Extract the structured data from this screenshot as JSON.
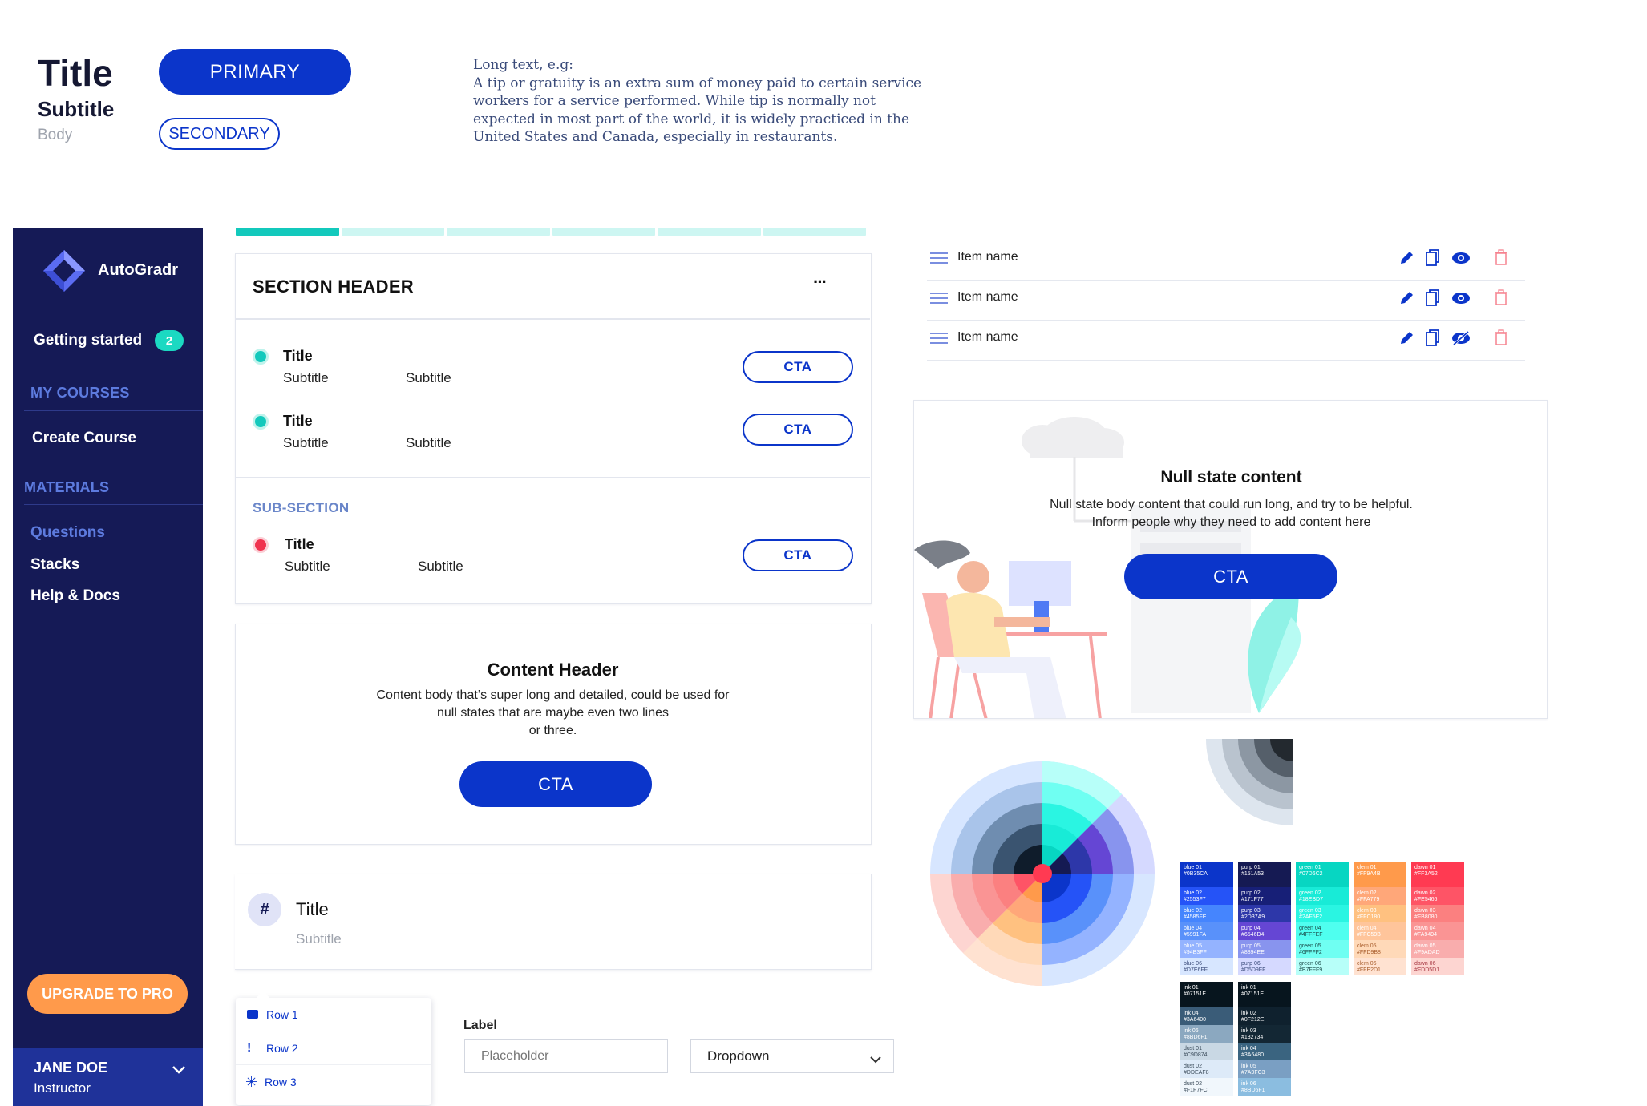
{
  "typography": {
    "title": "Title",
    "subtitle": "Subtitle",
    "body": "Body"
  },
  "buttons": {
    "primary": "PRIMARY",
    "secondary": "SECONDARY"
  },
  "long_text": {
    "label": "Long text, e.g:",
    "lines": [
      "A tip or gratuity is an extra sum of money paid to certain service",
      "workers for a service performed. While tip is normally not",
      "expected in most part of the world, it is widely practiced in the",
      "United States and Canada, especially in restaurants."
    ]
  },
  "sidebar": {
    "logo": "AutoGradr",
    "getting_started": "Getting started",
    "getting_started_badge": "2",
    "my_courses": "MY COURSES",
    "create_course": "Create Course",
    "materials": "MATERIALS",
    "questions": "Questions",
    "stacks": "Stacks",
    "help": "Help & Docs",
    "upgrade": "UPGRADE TO PRO",
    "user_name": "JANE DOE",
    "user_role": "Instructor"
  },
  "progress": {
    "completed_segments": 1,
    "total_segments": 6
  },
  "section_card": {
    "header": "SECTION HEADER",
    "more": "···",
    "rows": [
      {
        "title": "Title",
        "sub1": "Subtitle",
        "sub2": "Subtitle",
        "cta": "CTA"
      },
      {
        "title": "Title",
        "sub1": "Subtitle",
        "sub2": "Subtitle",
        "cta": "CTA"
      }
    ],
    "sub_section": "SUB-SECTION",
    "sub_row": {
      "title": "Title",
      "sub1": "Subtitle",
      "sub2": "Subtitle",
      "cta": "CTA"
    }
  },
  "content_card": {
    "header": "Content Header",
    "body_lines": [
      "Content body that’s super long and detailed, could be used for",
      "null states that are maybe even two lines",
      "or three."
    ],
    "cta": "CTA"
  },
  "title_card": {
    "icon": "#",
    "title": "Title",
    "subtitle": "Subtitle"
  },
  "menu": {
    "rows": [
      "Row 1",
      "Row 2",
      "Row 3"
    ]
  },
  "form": {
    "label": "Label",
    "placeholder": "Placeholder",
    "dropdown": "Dropdown"
  },
  "list": {
    "items": [
      "Item name",
      "Item name",
      "Item name"
    ]
  },
  "null_state": {
    "title": "Null state content",
    "body_lines": [
      "Null state body content that could run long, and try to be helpful.",
      "Inform people why they need to add content here"
    ],
    "cta": "CTA"
  },
  "colors": {
    "blue": "#0B35CA",
    "navy": "#151A56",
    "teal": "#13C9BC",
    "orange": "#FF9A4B",
    "red": "#F0334F"
  },
  "palette": {
    "blue": [
      [
        "blue 01",
        "#0B35CA"
      ],
      [
        "blue 02",
        "#2553F7"
      ],
      [
        "blue 02",
        "#4585FE"
      ],
      [
        "blue 04",
        "#5991FA"
      ],
      [
        "blue 05",
        "#94B3FF"
      ],
      [
        "blue 06",
        "#D7E6FF"
      ]
    ],
    "purp": [
      [
        "purp 01",
        "#151A53"
      ],
      [
        "purp 02",
        "#171F77"
      ],
      [
        "purp 03",
        "#2D37A9"
      ],
      [
        "purp 04",
        "#6546D4"
      ],
      [
        "purp 05",
        "#8894EE"
      ],
      [
        "purp 06",
        "#D5D9FF"
      ]
    ],
    "green": [
      [
        "green 01",
        "#07D6C2"
      ],
      [
        "green 02",
        "#18EBD7"
      ],
      [
        "green 03",
        "#2AF5E2"
      ],
      [
        "green 04",
        "#4FFFEF"
      ],
      [
        "green 05",
        "#6FFFF2"
      ],
      [
        "green 06",
        "#B7FFF9"
      ]
    ],
    "clem": [
      [
        "clem 01",
        "#FF9A4B"
      ],
      [
        "clem 02",
        "#FFA779"
      ],
      [
        "clem 03",
        "#FFC180"
      ],
      [
        "clem 04",
        "#FFC59B"
      ],
      [
        "clem 05",
        "#FFD9B8"
      ],
      [
        "clem 06",
        "#FFE2D1"
      ]
    ],
    "dawn": [
      [
        "dawn 01",
        "#FF3A52"
      ],
      [
        "dawn 02",
        "#FE5466"
      ],
      [
        "dawn 03",
        "#FB8080"
      ],
      [
        "dawn 04",
        "#FA9494"
      ],
      [
        "dawn 05",
        "#F9ADAD"
      ],
      [
        "dawn 06",
        "#FDD5D1"
      ]
    ],
    "ink": [
      [
        "ink 01",
        "#07151E"
      ],
      [
        "ink 04",
        "#3A6400"
      ],
      [
        "ink 06",
        "#8BD6F1"
      ],
      [
        "dust 01",
        "#C9D874"
      ],
      [
        "dust 02",
        "#DDEAF8"
      ],
      [
        "dust 02",
        "#F1F7FC"
      ]
    ],
    "ink2": [
      [
        "ink 01",
        "#07151E"
      ],
      [
        "ink 02",
        "#0F212E"
      ],
      [
        "ink 03",
        "#132734"
      ],
      [
        "ink 04",
        "#3A6480"
      ],
      [
        "ink 05",
        "#7A9FC3"
      ],
      [
        "ink 06",
        "#8BD6F1"
      ]
    ]
  }
}
